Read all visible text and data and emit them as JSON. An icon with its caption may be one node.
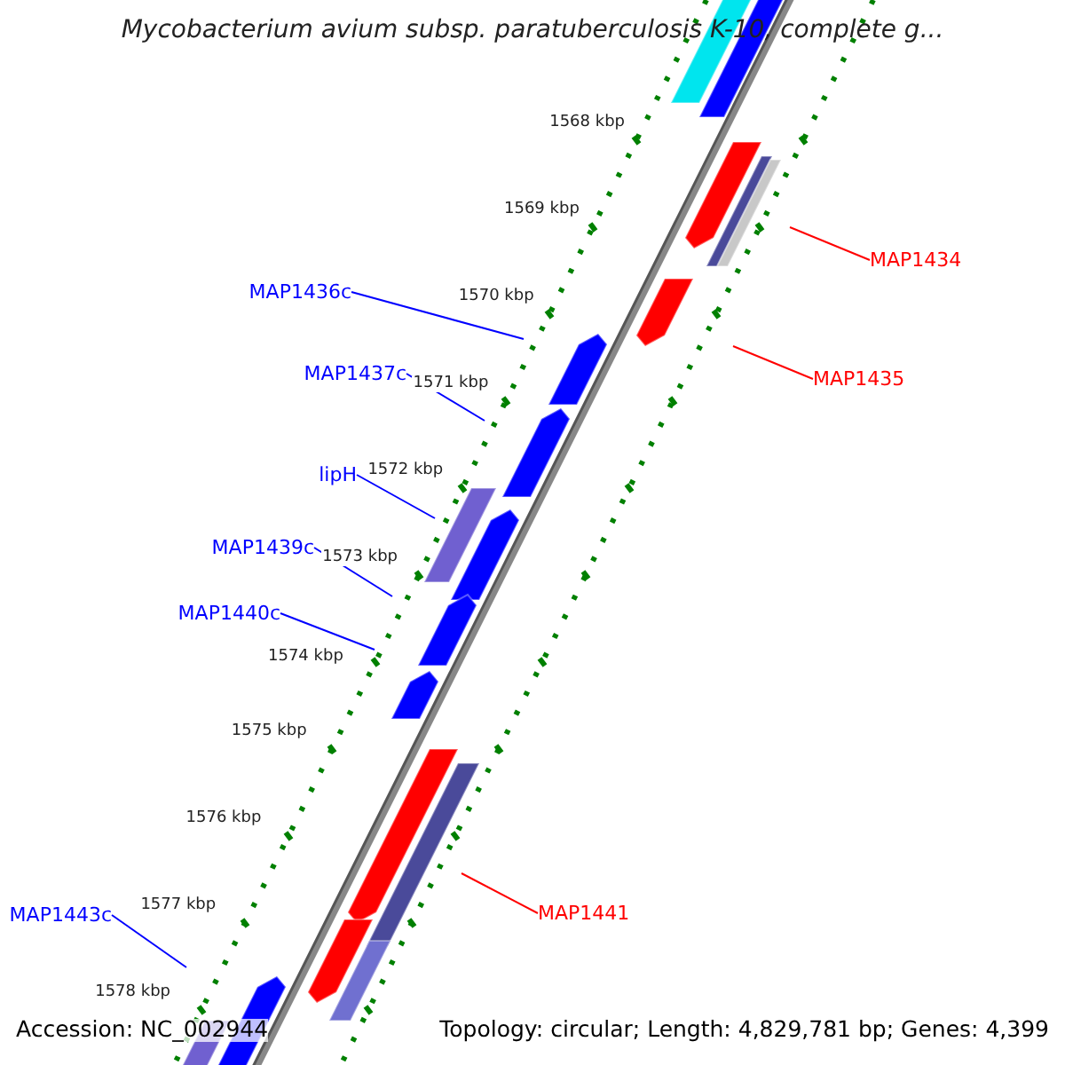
{
  "diagram": {
    "title": "Mycobacterium avium subsp. paratuberculosis K-10, complete g...",
    "nodes": [
      {
        "text": [
          "MAP1434"
        ]
      },
      {
        "text": [
          "MAP1436c"
        ]
      },
      {
        "text": [
          "MAP1437c"
        ]
      },
      {
        "text": [
          "MAP1435"
        ]
      },
      {
        "text": [
          "lipH"
        ]
      },
      {
        "text": [
          "MAP1439c"
        ]
      },
      {
        "text": [
          "MAP1440c"
        ]
      },
      {
        "text": [
          "MAP1441"
        ]
      },
      {
        "text": [
          "MAP1443c"
        ]
      }
    ],
    "edges": [
      {
        "from": 0,
        "to": null,
        "arrow": "none",
        "color": "#ff0000"
      },
      {
        "from": 1,
        "to": null,
        "arrow": "none",
        "color": "#0000ff"
      },
      {
        "from": 2,
        "to": null,
        "arrow": "none",
        "color": "#0000ff"
      },
      {
        "from": 3,
        "to": null,
        "arrow": "none",
        "color": "#ff0000"
      },
      {
        "from": 4,
        "to": null,
        "arrow": "none",
        "color": "#0000ff"
      },
      {
        "from": 5,
        "to": null,
        "arrow": "none",
        "color": "#0000ff"
      },
      {
        "from": 6,
        "to": null,
        "arrow": "none",
        "color": "#0000ff"
      },
      {
        "from": 7,
        "to": null,
        "arrow": "none",
        "color": "#ff0000"
      },
      {
        "from": 8,
        "to": null,
        "arrow": "none",
        "color": "#0000ff"
      }
    ],
    "labels": [
      "1568 kbp",
      "1569 kbp",
      "1570 kbp",
      "1571 kbp",
      "1572 kbp",
      "1573 kbp",
      "1574 kbp",
      "1575 kbp",
      "1576 kbp",
      "1577 kbp",
      "1578 kbp",
      "Accession: NC_002944",
      "Topology: circular; Length: 4,829,781 bp; Genes: 4,399"
    ]
  }
}
